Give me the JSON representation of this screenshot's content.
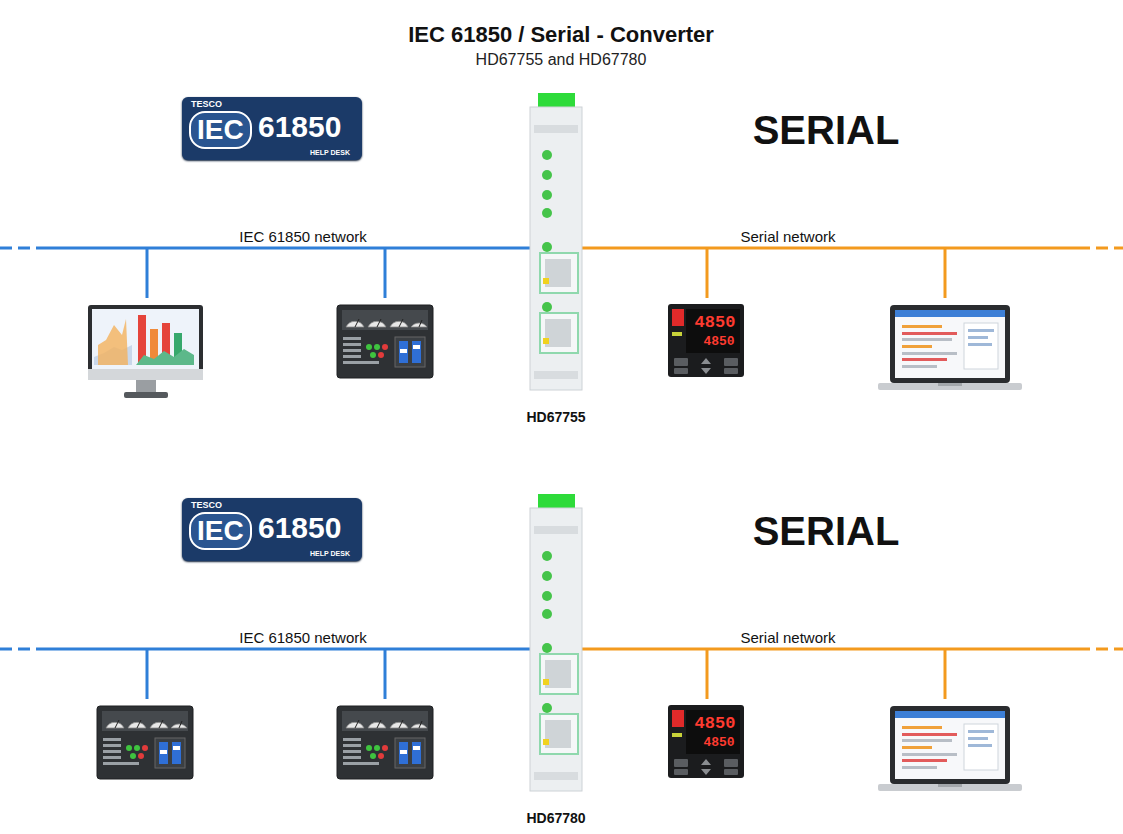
{
  "diagram": {
    "title": "IEC 61850 / Serial - Converter",
    "nodes": [
      {
        "text": [
          "TESCO",
          "IEC",
          "61850",
          "HELP DESK"
        ]
      },
      {
        "text": [
          "HD67755"
        ]
      },
      {
        "text": [
          "TESCO",
          "IEC",
          "61850",
          "HELP DESK"
        ]
      },
      {
        "text": [
          "HD67780"
        ]
      }
    ],
    "edges": [],
    "labels": [
      "HD67755 and HD67780",
      "SERIAL",
      "IEC 61850 network",
      "Serial network",
      "4850",
      "4850",
      "SERIAL",
      "IEC 61850 network",
      "Serial network",
      "4850",
      "4850"
    ]
  }
}
